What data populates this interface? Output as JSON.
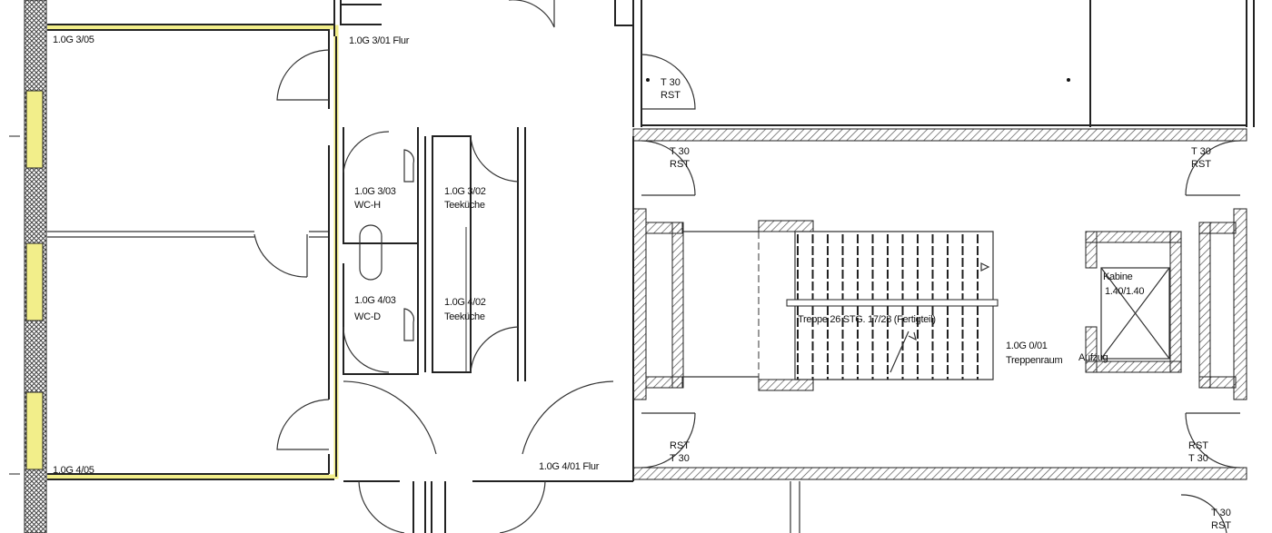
{
  "colors": {
    "highlight": "#f2ee8a",
    "line": "#222222",
    "hatch": "#555555"
  },
  "rooms": {
    "r1": {
      "id": "1.0G 3/05"
    },
    "r2": {
      "id": "1.0G 4/05"
    },
    "flur1": {
      "id": "1.0G 3/01 Flur"
    },
    "flur2": {
      "id": "1.0G 4/01 Flur"
    },
    "wch": {
      "id": "1.0G 3/03",
      "name": "WC-H"
    },
    "wcd": {
      "id": "1.0G 4/03",
      "name": "WC-D"
    },
    "tk1": {
      "id": "1.0G 3/02",
      "name": "Teeküche"
    },
    "tk2": {
      "id": "1.0G 4/02",
      "name": "Teeküche"
    },
    "treppenraum": {
      "id": "1.0G 0/01",
      "name": "Treppenraum"
    }
  },
  "stair_label": "Treppe 26 STG. 17/28 (Fertigteil)",
  "elevator": {
    "label": "Aufzug",
    "cabin": "Kabine",
    "size": "1.40/1.40"
  },
  "doors": {
    "t30": "T 30",
    "rst": "RST"
  }
}
